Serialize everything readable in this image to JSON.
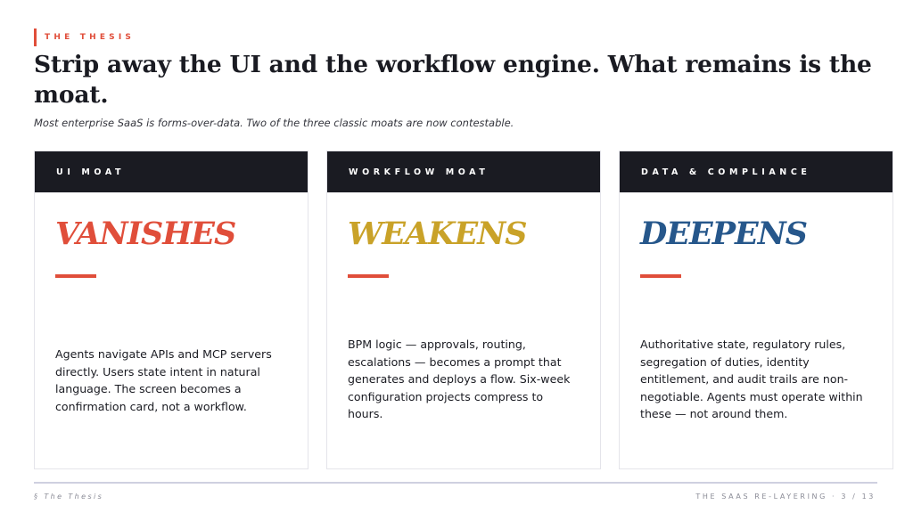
{
  "eyebrow": "THE THESIS",
  "title": "Strip away the UI and the workflow engine. What remains is the moat.",
  "subtitle": "Most enterprise SaaS is forms-over-data. Two of the three classic moats are now contestable.",
  "cards": [
    {
      "header": "UI MOAT",
      "word": "VANISHES",
      "word_color": "#e04e3a",
      "body": "Agents navigate APIs and MCP servers directly. Users state intent in natural language. The screen becomes a confirmation card, not a workflow."
    },
    {
      "header": "WORKFLOW MOAT",
      "word": "WEAKENS",
      "word_color": "#c9a228",
      "body": "BPM logic — approvals, routing, escalations — becomes a prompt that generates and deploys a flow. Six-week configuration projects compress to hours."
    },
    {
      "header": "DATA & COMPLIANCE",
      "word": "DEEPENS",
      "word_color": "#26578b",
      "body": "Authoritative state, regulatory rules, segregation of duties, identity entitlement, and audit trails are non-negotiable. Agents must operate within these — not around them."
    }
  ],
  "footer": {
    "left": "§ The Thesis",
    "right": "THE SAAS RE-LAYERING · 3 / 13"
  },
  "colors": {
    "accent": "#e04e3a",
    "header_bg": "#1a1b22"
  }
}
